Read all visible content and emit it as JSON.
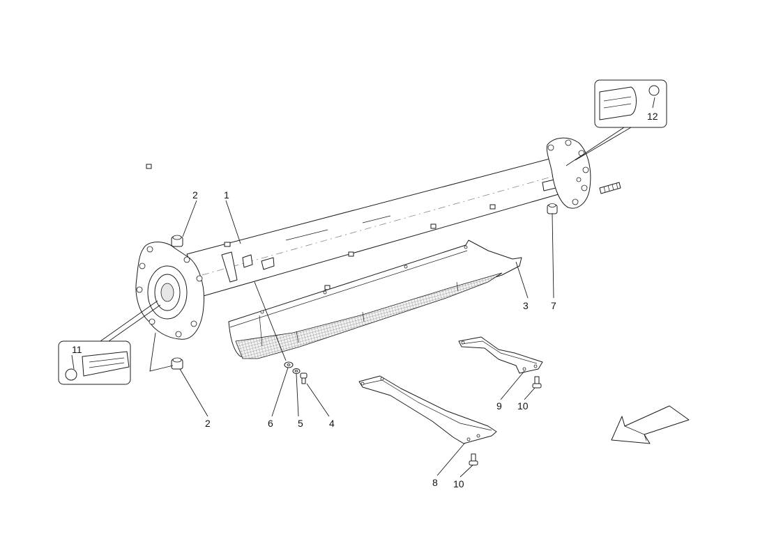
{
  "labels": {
    "p1": "1",
    "p2a": "2",
    "p2b": "2",
    "p3": "3",
    "p4": "4",
    "p5": "5",
    "p6": "6",
    "p7": "7",
    "p8": "8",
    "p9": "9",
    "p10a": "10",
    "p10b": "10",
    "p11": "11",
    "p12": "12"
  }
}
